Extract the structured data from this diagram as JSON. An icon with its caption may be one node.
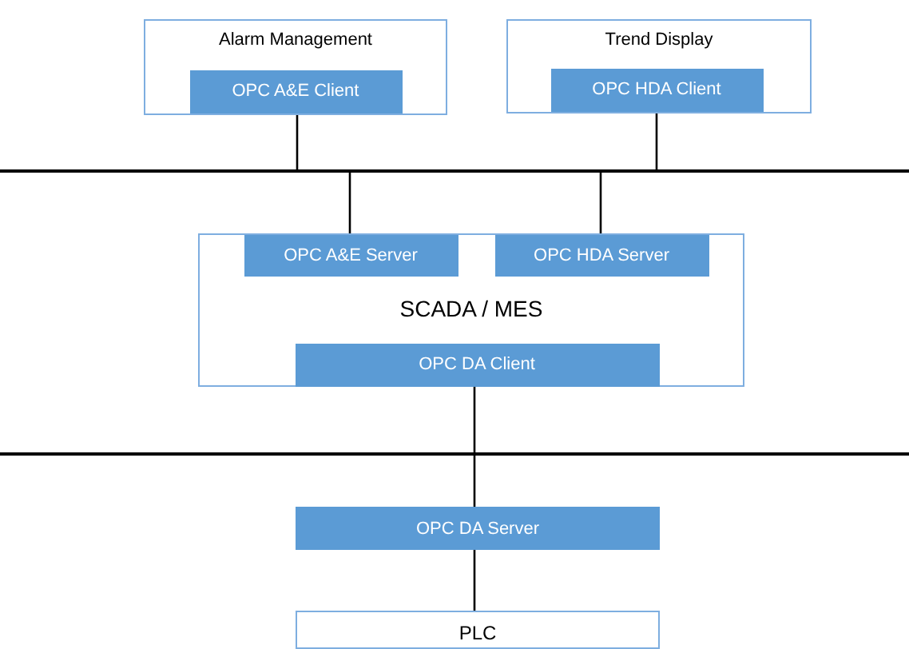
{
  "diagram": {
    "nodes": [
      {
        "text": [
          "Alarm Management"
        ]
      },
      {
        "text": [
          "OPC A&E Client"
        ],
        "in": 0
      },
      {
        "text": [
          "Trend Display"
        ]
      },
      {
        "text": [
          "OPC HDA Client"
        ],
        "in": 2
      },
      {
        "text": [],
        "shape": "bar"
      },
      {
        "text": [
          "SCADA / MES"
        ]
      },
      {
        "text": [
          "OPC A&E Server"
        ],
        "in": 5
      },
      {
        "text": [
          "OPC HDA Server"
        ],
        "in": 5
      },
      {
        "text": [
          "OPC DA Client"
        ],
        "in": 5
      },
      {
        "text": [],
        "shape": "bar"
      },
      {
        "text": [
          "OPC DA Server"
        ]
      },
      {
        "text": [
          "PLC"
        ]
      }
    ],
    "edges": [
      {
        "from": 1,
        "to": 4,
        "arrow": "none"
      },
      {
        "from": 3,
        "to": 4,
        "arrow": "none"
      },
      {
        "from": 4,
        "to": 6,
        "arrow": "none"
      },
      {
        "from": 4,
        "to": 7,
        "arrow": "none"
      },
      {
        "from": 8,
        "to": 9,
        "arrow": "none"
      },
      {
        "from": 9,
        "to": 10,
        "arrow": "none"
      },
      {
        "from": 10,
        "to": 11,
        "arrow": "none"
      }
    ]
  }
}
